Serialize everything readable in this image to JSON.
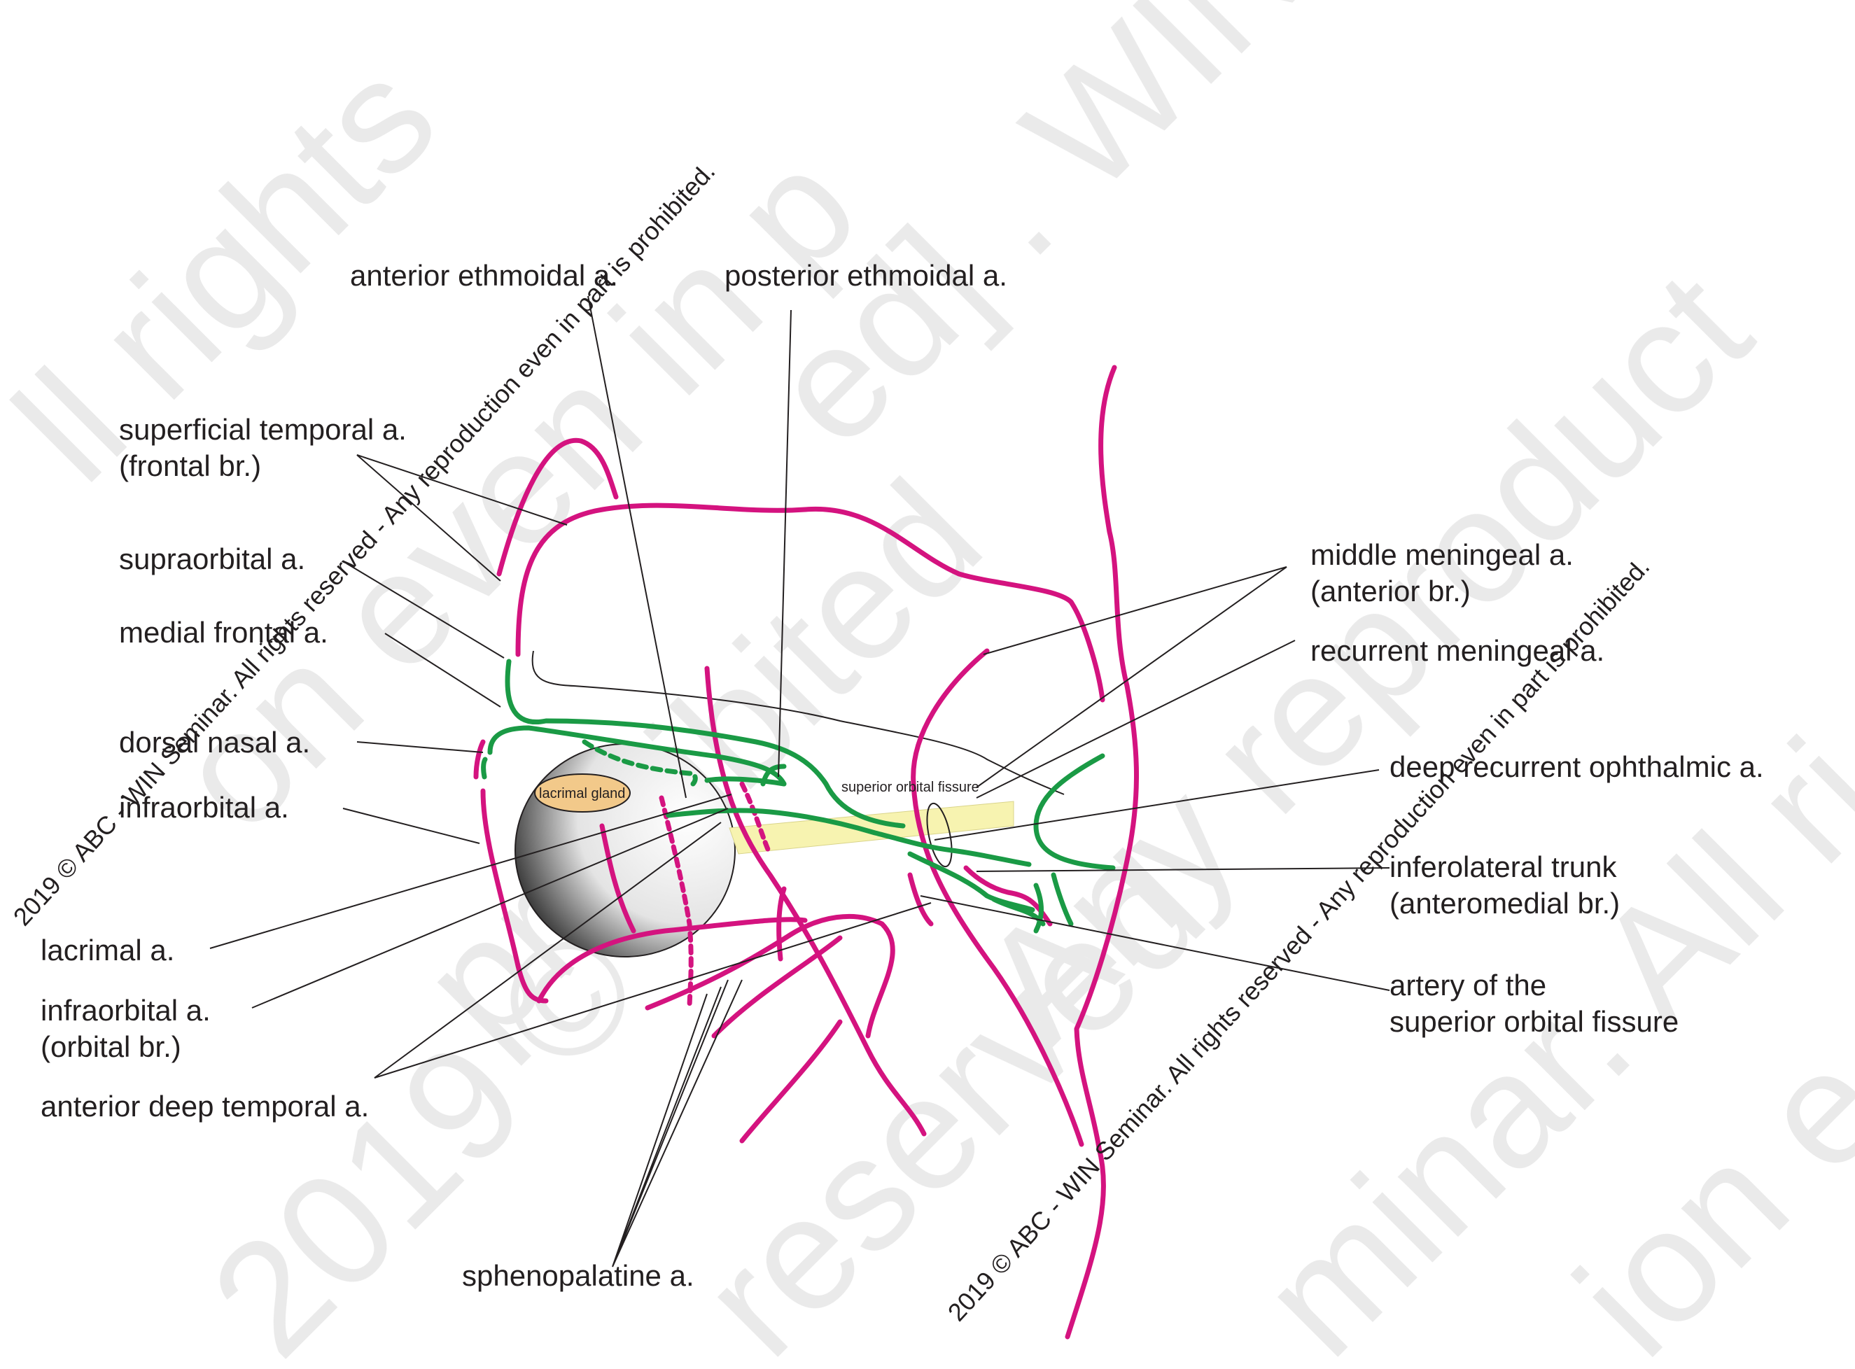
{
  "colors": {
    "vessel_external": "#d4137f",
    "vessel_ophthalmic": "#1a9a45",
    "lacrimal_gland": "#f2c98a",
    "optic_nerve": "#f7f3b0",
    "label_text": "#231f20",
    "watermark_faint": "#e8e8e8"
  },
  "labels": {
    "anterior_ethmoidal": "anterior ethmoidal a.",
    "posterior_ethmoidal": "posterior ethmoidal a.",
    "superficial_temporal_1": "superficial temporal a.",
    "superficial_temporal_2": "(frontal br.)",
    "supraorbital": "supraorbital a.",
    "medial_frontal": "medial frontal  a.",
    "dorsal_nasal": "dorsal nasal  a.",
    "infraorbital": "infraorbital  a.",
    "lacrimal": "lacrimal a.",
    "infraorbital_orbital_1": "infraorbital a.",
    "infraorbital_orbital_2": "(orbital br.)",
    "anterior_deep_temporal": "anterior deep temporal a.",
    "sphenopalatine": "sphenopalatine a.",
    "middle_meningeal_1": "middle meningeal a.",
    "middle_meningeal_2": "(anterior br.)",
    "recurrent_meningeal": "recurrent meningeal a.",
    "deep_recurrent_ophthalmic": "deep recurrent ophthalmic a.",
    "inferolateral_trunk_1": "inferolateral trunk",
    "inferolateral_trunk_2": "(anteromedial br.)",
    "artery_sof_1": "artery of the",
    "artery_sof_2": "superior orbital fissure",
    "lacrimal_gland": "lacrimal gland",
    "superior_orbital_fissure": "superior orbital fissure"
  },
  "watermark": {
    "text": "2019 © ABC - WIN Seminar. All rights reserved - Any reproduction even in part is prohibited."
  }
}
